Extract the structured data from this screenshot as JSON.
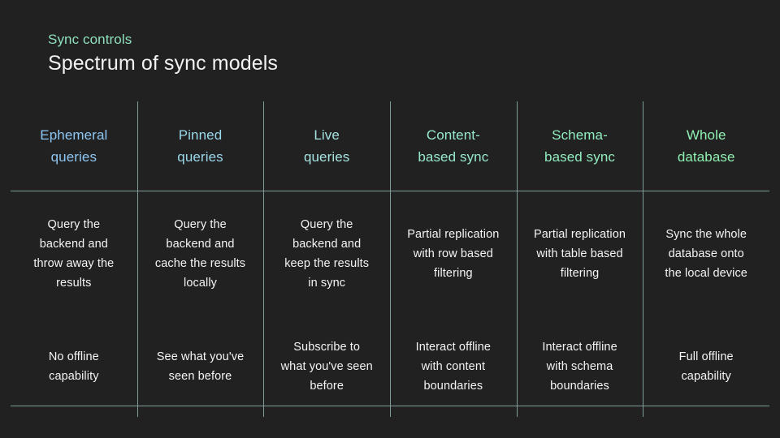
{
  "slide": {
    "background_color": "#212122",
    "eyebrow": "Sync controls",
    "eyebrow_color": "#8fe0bd",
    "headline": "Spectrum of sync models",
    "headline_color": "#f2f2f2",
    "grid_line_color": "#7e9b97"
  },
  "table": {
    "column_headers": [
      {
        "label": "Ephemeral\nqueries",
        "color": "#8ec6f2"
      },
      {
        "label": "Pinned\nqueries",
        "color": "#9ad8ea"
      },
      {
        "label": "Live\nqueries",
        "color": "#a6e3e0"
      },
      {
        "label": "Content-\nbased sync",
        "color": "#96e8cd"
      },
      {
        "label": "Schema-\nbased sync",
        "color": "#91ecbe"
      },
      {
        "label": "Whole\ndatabase",
        "color": "#8ff0af"
      }
    ],
    "rows": [
      {
        "name": "description",
        "cells": [
          "Query the\nbackend and\nthrow away the\nresults",
          "Query the\nbackend and\ncache the results\nlocally",
          "Query the\nbackend and\nkeep the results\nin sync",
          "Partial replication\nwith row based\nfiltering",
          "Partial replication\nwith table based\nfiltering",
          "Sync the whole\ndatabase onto\nthe local device"
        ]
      },
      {
        "name": "offline-capability",
        "cells": [
          "No offline\ncapability",
          "See what you've\nseen before",
          "Subscribe to\nwhat you've seen\nbefore",
          "Interact offline\nwith content\nboundaries",
          "Interact offline\nwith schema\nboundaries",
          "Full offline\ncapability"
        ]
      }
    ]
  }
}
